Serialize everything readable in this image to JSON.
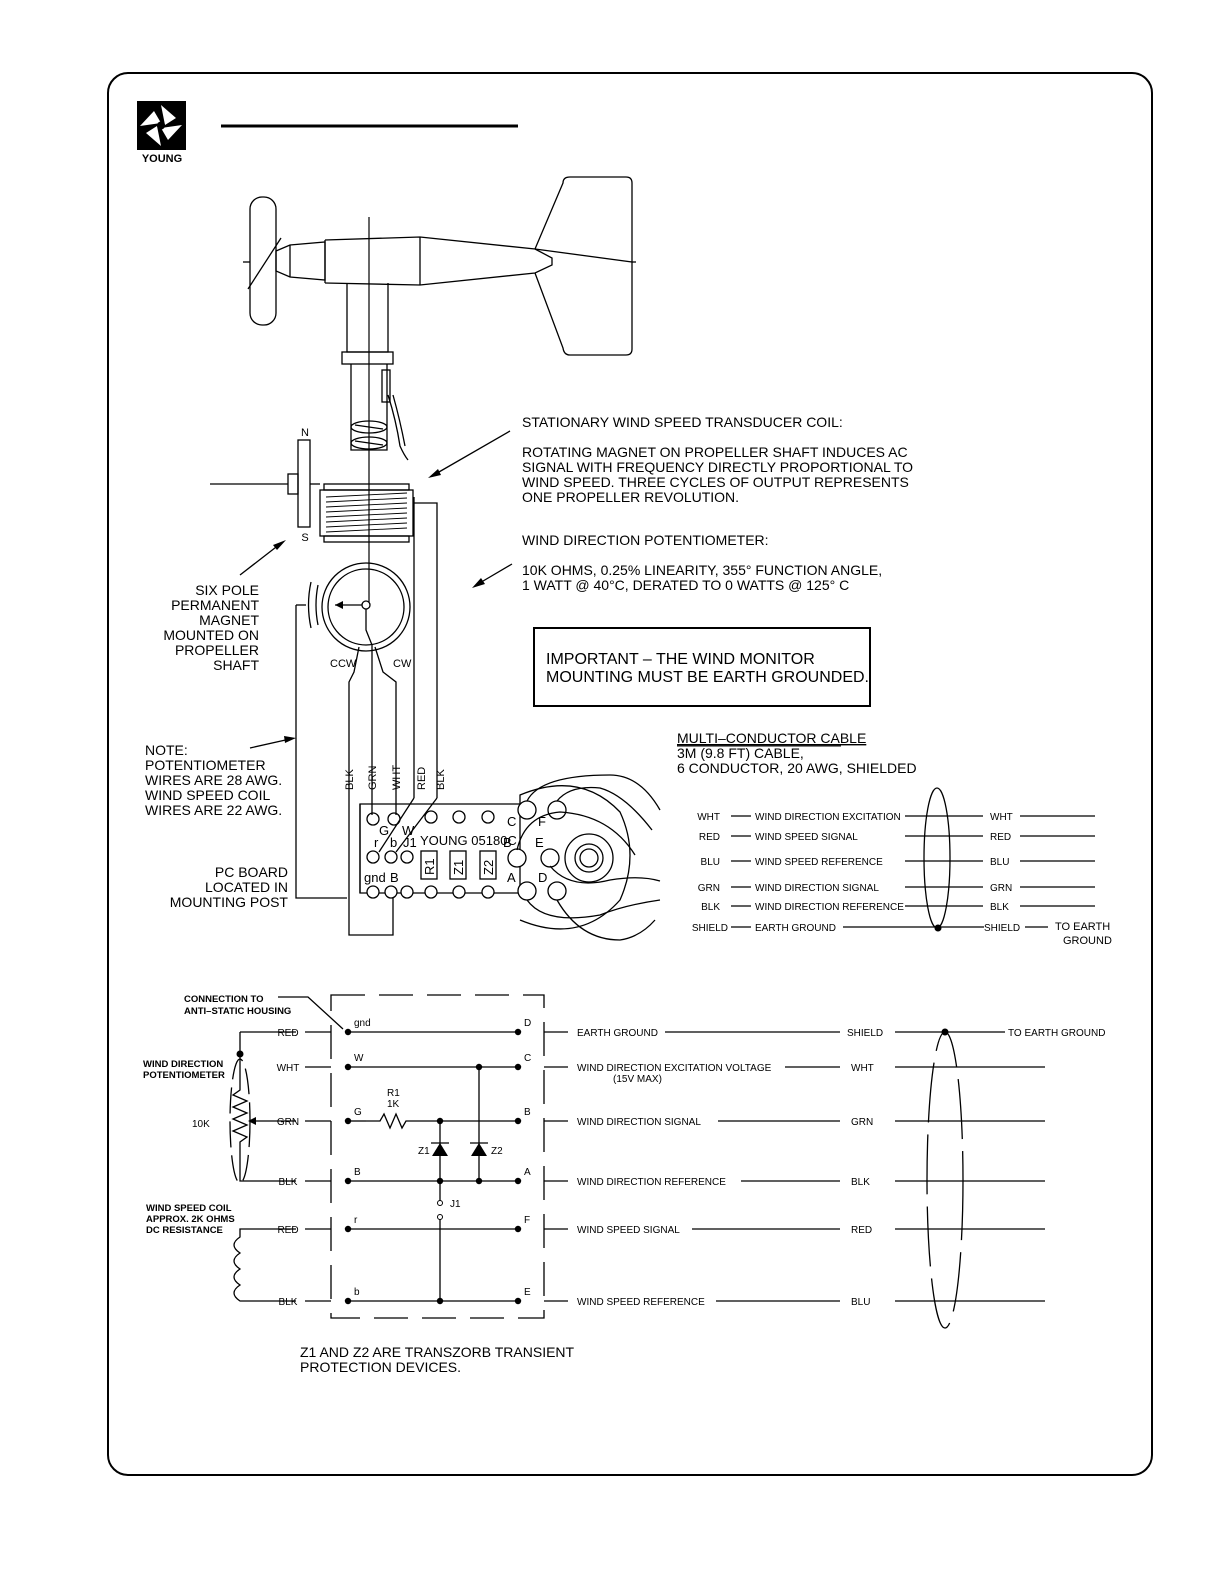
{
  "logo": {
    "text": "YOUNG"
  },
  "callouts": {
    "coil_title": "STATIONARY WIND SPEED TRANSDUCER COIL:",
    "coil_desc": [
      "ROTATING MAGNET ON PROPELLER SHAFT INDUCES AC",
      "SIGNAL WITH FREQUENCY DIRECTLY PROPORTIONAL TO",
      "WIND SPEED.  THREE CYCLES OF OUTPUT REPRESENTS",
      "ONE PROPELLER REVOLUTION."
    ],
    "pot_title": "WIND DIRECTION POTENTIOMETER:",
    "pot_desc": [
      "10K OHMS, 0.25% LINEARITY, 355° FUNCTION ANGLE,",
      "1 WATT @ 40°C, DERATED TO 0 WATTS @ 125° C"
    ],
    "magnet": [
      "SIX POLE",
      "PERMANENT",
      "MAGNET",
      "MOUNTED ON",
      "PROPELLER",
      "SHAFT"
    ],
    "note": [
      "NOTE:",
      "POTENTIOMETER",
      "WIRES ARE 28 AWG.",
      "WIND SPEED COIL",
      "WIRES ARE 22 AWG."
    ],
    "pcboard": [
      "PC BOARD",
      "LOCATED IN",
      "MOUNTING POST"
    ],
    "north": "N",
    "south": "S",
    "ccw": "CCW",
    "cw": "CW"
  },
  "important": [
    "IMPORTANT  –  THE WIND MONITOR",
    "MOUNTING MUST BE EARTH GROUNDED."
  ],
  "cable": {
    "title": "MULTI–CONDUCTOR CABLE",
    "line1": "3M (9.8 FT) CABLE,",
    "line2": "6 CONDUCTOR, 20 AWG, SHIELDED"
  },
  "vertical_wires": [
    "BLK",
    "GRN",
    "WHT",
    "RED",
    "BLK"
  ],
  "board": {
    "model": "YOUNG 05180C",
    "pads": [
      "G",
      "W",
      "r",
      "b",
      "J1",
      "gnd",
      "B",
      "C",
      "F",
      "B",
      "E",
      "A",
      "D"
    ],
    "components": [
      "R1",
      "Z1",
      "Z2"
    ]
  },
  "connections": [
    {
      "wire": "WHT",
      "function": "WIND DIRECTION EXCITATION",
      "cable": "WHT"
    },
    {
      "wire": "RED",
      "function": "WIND SPEED SIGNAL",
      "cable": "RED"
    },
    {
      "wire": "BLU",
      "function": "WIND SPEED REFERENCE",
      "cable": "BLU"
    },
    {
      "wire": "GRN",
      "function": "WIND DIRECTION SIGNAL",
      "cable": "GRN"
    },
    {
      "wire": "BLK",
      "function": "WIND DIRECTION REFERENCE",
      "cable": "BLK"
    },
    {
      "wire": "SHIELD",
      "function": "EARTH GROUND",
      "cable": "SHIELD"
    }
  ],
  "earth_ground_label": [
    "TO EARTH",
    "GROUND"
  ],
  "schematic": {
    "housing_note": [
      "CONNECTION TO",
      "ANTI–STATIC HOUSING"
    ],
    "pot_label": [
      "WIND DIRECTION",
      "POTENTIOMETER"
    ],
    "pot_value": "10K",
    "coil_label": [
      "WIND SPEED COIL",
      "APPROX. 2K OHMS",
      "DC RESISTANCE"
    ],
    "left_wires": [
      "RED",
      "WHT",
      "GRN",
      "BLK",
      "RED",
      "BLK"
    ],
    "left_pins": [
      "gnd",
      "W",
      "G",
      "B",
      "r",
      "b"
    ],
    "right_pins": [
      "D",
      "C",
      "B",
      "A",
      "F",
      "E"
    ],
    "r1": [
      "R1",
      "1K"
    ],
    "z1": "Z1",
    "z2": "Z2",
    "j1": "J1",
    "signals": [
      {
        "name": "EARTH GROUND",
        "cable": "SHIELD"
      },
      {
        "name": "WIND DIRECTION EXCITATION VOLTAGE",
        "cable": "WHT"
      },
      {
        "name": "WIND DIRECTION SIGNAL",
        "cable": "GRN"
      },
      {
        "name": "WIND DIRECTION   REFERENCE",
        "cable": "BLK"
      },
      {
        "name": "WIND SPEED SIGNAL",
        "cable": "RED"
      },
      {
        "name": "WIND SPEED REFERENCE",
        "cable": "BLU"
      }
    ],
    "excitation_note": "(15V MAX)",
    "earth_text": "TO EARTH GROUND"
  },
  "footnote": [
    "Z1 AND Z2 ARE TRANSZORB TRANSIENT",
    "PROTECTION DEVICES."
  ]
}
